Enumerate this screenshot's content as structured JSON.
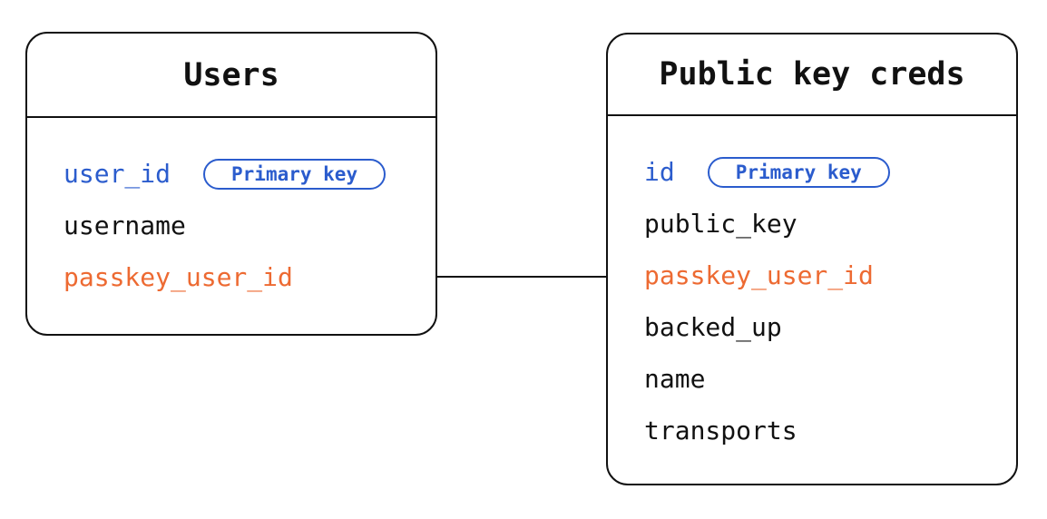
{
  "diagram": {
    "colors": {
      "blue": "#2b5ccd",
      "orange": "#ed6a32",
      "ink": "#111111",
      "background": "#ffffff"
    },
    "tables": [
      {
        "id": "users",
        "title": "Users",
        "fields": [
          {
            "label": "user_id",
            "color": "blue",
            "badge": "Primary key"
          },
          {
            "label": "username",
            "color": "ink"
          },
          {
            "label": "passkey_user_id",
            "color": "orange"
          }
        ]
      },
      {
        "id": "public-key-creds",
        "title": "Public key creds",
        "fields": [
          {
            "label": "id",
            "color": "blue",
            "badge": "Primary key"
          },
          {
            "label": "public_key",
            "color": "ink"
          },
          {
            "label": "passkey_user_id",
            "color": "orange"
          },
          {
            "label": "backed_up",
            "color": "ink"
          },
          {
            "label": "name",
            "color": "ink"
          },
          {
            "label": "transports",
            "color": "ink"
          }
        ]
      }
    ],
    "relationship": {
      "from": "Users.passkey_user_id",
      "to": "Public key creds.passkey_user_id"
    }
  }
}
